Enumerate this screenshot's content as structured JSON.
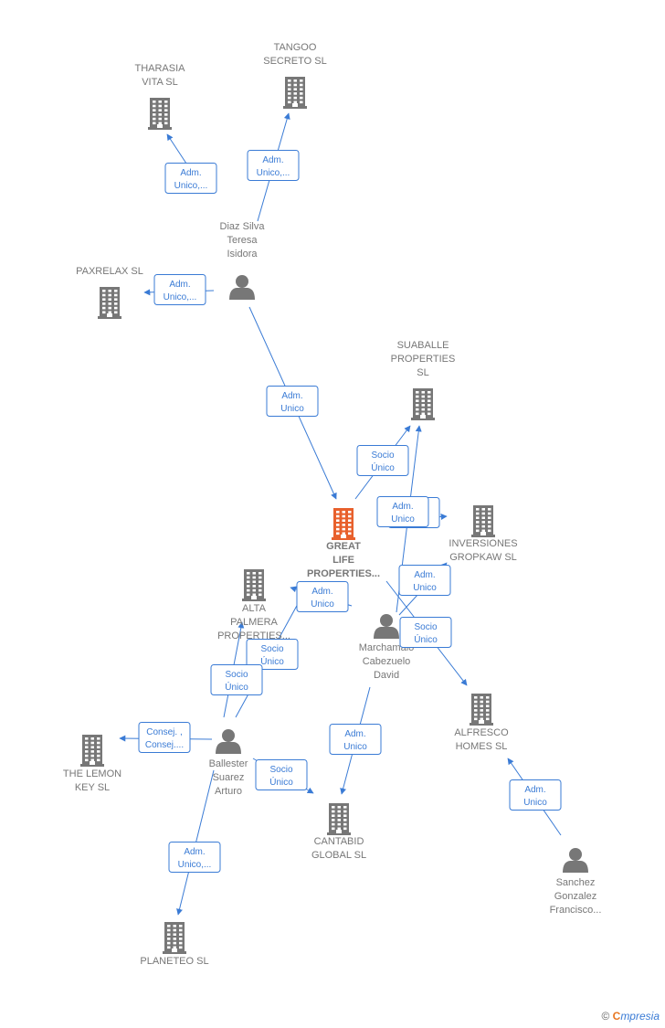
{
  "colors": {
    "edge": "#3a7bd5",
    "node": "#777777",
    "main_node": "#e8602c"
  },
  "nodes": [
    {
      "id": "tharasia",
      "type": "company",
      "lines": [
        "THARASIA",
        "VITA  SL"
      ]
    },
    {
      "id": "tangoo",
      "type": "company",
      "lines": [
        "TANGOO",
        "SECRETO  SL"
      ]
    },
    {
      "id": "paxrelax",
      "type": "company",
      "lines": [
        "PAXRELAX  SL"
      ]
    },
    {
      "id": "diaz",
      "type": "person",
      "lines": [
        "Diaz Silva",
        "Teresa",
        "Isidora"
      ]
    },
    {
      "id": "suaballe",
      "type": "company",
      "lines": [
        "SUABALLE",
        "PROPERTIES",
        "SL"
      ]
    },
    {
      "id": "great",
      "type": "main",
      "lines": [
        "GREAT",
        "LIFE",
        "PROPERTIES..."
      ]
    },
    {
      "id": "inversiones",
      "type": "company",
      "lines": [
        "INVERSIONES",
        "GROPKAW  SL"
      ]
    },
    {
      "id": "alta",
      "type": "company",
      "lines": [
        "ALTA",
        "PALMERA",
        "PROPERTIES..."
      ]
    },
    {
      "id": "marchamalo",
      "type": "person",
      "lines": [
        "Marchamalo",
        "Cabezuelo",
        "David"
      ]
    },
    {
      "id": "alfresco",
      "type": "company",
      "lines": [
        "ALFRESCO",
        "HOMES  SL"
      ]
    },
    {
      "id": "lemon",
      "type": "company",
      "lines": [
        "THE LEMON",
        "KEY  SL"
      ]
    },
    {
      "id": "ballester",
      "type": "person",
      "lines": [
        "Ballester",
        "Suarez",
        "Arturo"
      ]
    },
    {
      "id": "cantabid",
      "type": "company",
      "lines": [
        "CANTABID",
        "GLOBAL  SL"
      ]
    },
    {
      "id": "sanchez",
      "type": "person",
      "lines": [
        "Sanchez",
        "Gonzalez",
        "Francisco..."
      ]
    },
    {
      "id": "planeteo",
      "type": "company",
      "lines": [
        "PLANETEO  SL"
      ]
    }
  ],
  "edges": [
    {
      "from": "diaz",
      "to": "tharasia",
      "lines": [
        "Adm.",
        "Unico,..."
      ]
    },
    {
      "from": "diaz",
      "to": "tangoo",
      "lines": [
        "Adm.",
        "Unico,..."
      ]
    },
    {
      "from": "diaz",
      "to": "paxrelax",
      "lines": [
        "Adm.",
        "Unico,..."
      ]
    },
    {
      "from": "diaz",
      "to": "great",
      "lines": [
        "Adm.",
        "Unico"
      ]
    },
    {
      "from": "great",
      "to": "suaballe",
      "lines": [
        "Socio",
        "Único"
      ]
    },
    {
      "from": "great",
      "to": "inversiones",
      "lines": [
        "Socio",
        "Único"
      ]
    },
    {
      "from": "marchamalo",
      "to": "suaballe",
      "lines": [
        "Adm.",
        "Unico"
      ]
    },
    {
      "from": "marchamalo",
      "to": "inversiones",
      "lines": [
        "Adm.",
        "Unico"
      ]
    },
    {
      "from": "marchamalo",
      "to": "great",
      "lines": [
        "Adm.",
        "Unico"
      ]
    },
    {
      "from": "great",
      "to": "alfresco",
      "lines": [
        "Socio",
        "Único"
      ]
    },
    {
      "from": "marchamalo",
      "to": "cantabid",
      "lines": [
        "Adm.",
        "Unico"
      ]
    },
    {
      "from": "ballester",
      "to": "great",
      "lines": [
        "Socio",
        "Único"
      ]
    },
    {
      "from": "ballester",
      "to": "alta",
      "lines": [
        "Socio",
        "Único"
      ]
    },
    {
      "from": "ballester",
      "to": "lemon",
      "lines": [
        "Consej. ,",
        "Consej...."
      ]
    },
    {
      "from": "ballester",
      "to": "cantabid",
      "lines": [
        "Socio",
        "Único"
      ]
    },
    {
      "from": "ballester",
      "to": "planeteo",
      "lines": [
        "Adm.",
        "Unico,..."
      ]
    },
    {
      "from": "sanchez",
      "to": "alfresco",
      "lines": [
        "Adm.",
        "Unico"
      ]
    }
  ],
  "footer": {
    "copyright": "©",
    "brand_initial": "C",
    "brand_rest": "mpresia"
  }
}
